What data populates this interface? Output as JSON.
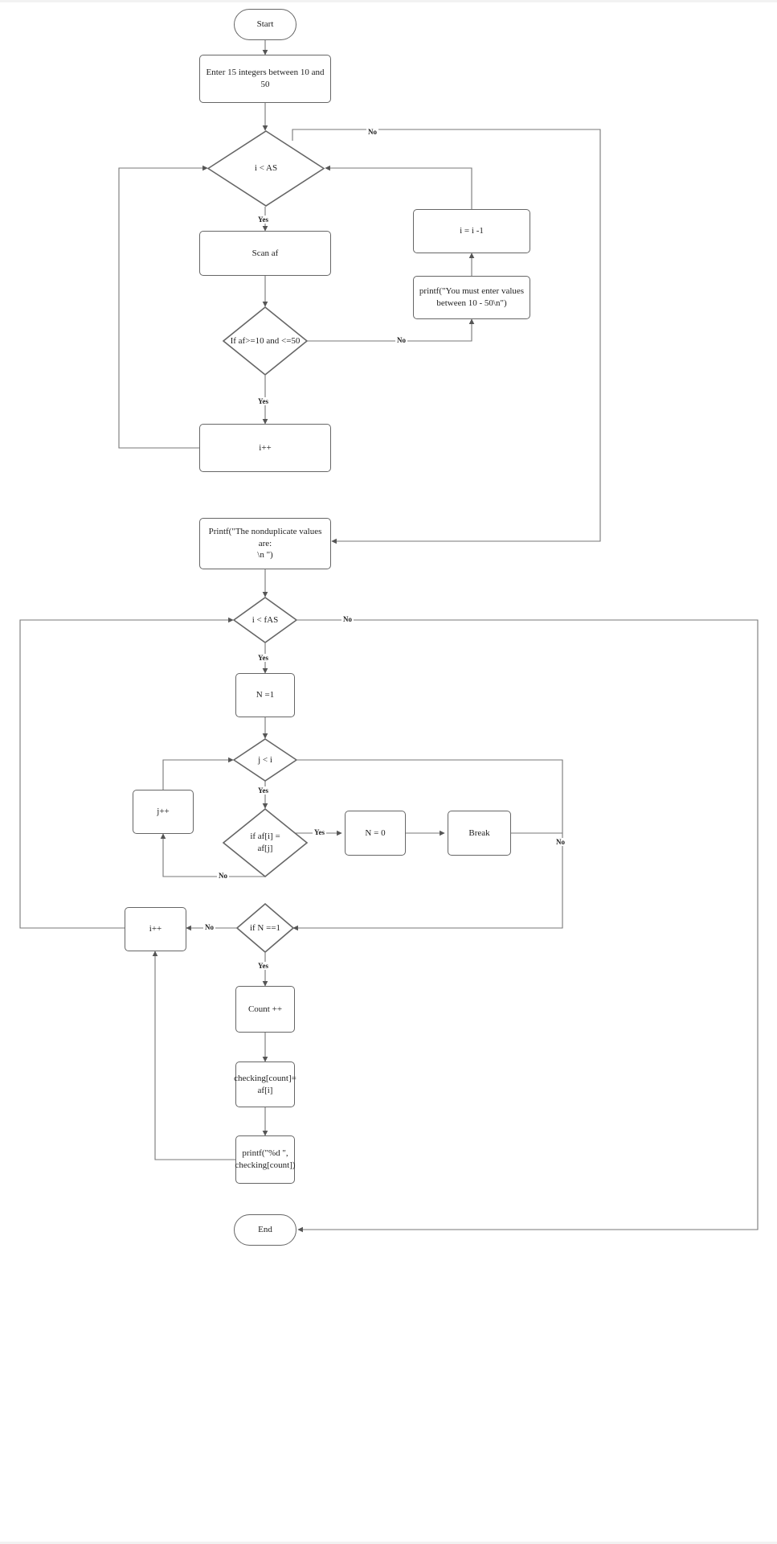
{
  "diagram": {
    "title": "Nonduplicate values flowchart",
    "type": "flowchart",
    "colors": {
      "stroke": "#666666",
      "text": "#1f1f1f",
      "background": "#ffffff",
      "rule": "#f2f2f2"
    }
  },
  "nodes": [
    {
      "id": "start",
      "shape": "terminator",
      "label": "Start"
    },
    {
      "id": "enter",
      "shape": "process",
      "label": "Enter 15 integers between 10 and 50"
    },
    {
      "id": "i_lt_as",
      "shape": "decision",
      "label": "i < AS"
    },
    {
      "id": "scan_af",
      "shape": "process",
      "label": "Scan af"
    },
    {
      "id": "if_range",
      "shape": "decision",
      "label": "If af>=10 and <=50"
    },
    {
      "id": "i_inc_1",
      "shape": "process",
      "label": "i++"
    },
    {
      "id": "i_minus_1",
      "shape": "process",
      "label": "i = i -1"
    },
    {
      "id": "printf_err",
      "shape": "process",
      "label": "printf(\"You must enter values between 10 - 50\\n\")"
    },
    {
      "id": "printf_head",
      "shape": "process",
      "label": "Printf(\"The nonduplicate values are: \\n \")"
    },
    {
      "id": "i_lt_fas",
      "shape": "decision",
      "label": "i < fAS"
    },
    {
      "id": "n_eq_1",
      "shape": "process",
      "label": "N =1"
    },
    {
      "id": "j_lt_i",
      "shape": "decision",
      "label": "j < i"
    },
    {
      "id": "j_inc",
      "shape": "process",
      "label": "j++"
    },
    {
      "id": "if_af_eq",
      "shape": "decision",
      "label": "if  af[i] = af[j]"
    },
    {
      "id": "n_eq_0",
      "shape": "process",
      "label": "N = 0"
    },
    {
      "id": "break",
      "shape": "process",
      "label": "Break"
    },
    {
      "id": "if_n_eq_1",
      "shape": "decision",
      "label": "if N ==1"
    },
    {
      "id": "i_inc_2",
      "shape": "process",
      "label": "i++"
    },
    {
      "id": "count_inc",
      "shape": "process",
      "label": "Count ++"
    },
    {
      "id": "checking",
      "shape": "process",
      "label": "checking[count]= af[i]"
    },
    {
      "id": "printf_val",
      "shape": "process",
      "label": "printf(\"%d \", checking[count])"
    },
    {
      "id": "end",
      "shape": "terminator",
      "label": "End"
    }
  ],
  "edge_labels": {
    "i_lt_as_no": "No",
    "i_lt_as_yes": "Yes",
    "if_range_yes": "Yes",
    "if_range_no": "No",
    "i_lt_fas_yes": "Yes",
    "i_lt_fas_no": "No",
    "j_lt_i_yes": "Yes",
    "j_lt_i_no_right": "No",
    "if_af_eq_yes": "Yes",
    "if_af_eq_no": "No",
    "if_n_eq_1_yes": "Yes",
    "if_n_eq_1_no": "No"
  },
  "node_text": {
    "start": "Start",
    "enter": "Enter 15 integers between 10 and 50",
    "i_lt_as": "i < AS",
    "scan_af": "Scan af",
    "if_range": "If af>=10 and <=50",
    "i_inc_1": "i++",
    "i_minus_1": "i = i -1",
    "printf_err_l1": "printf(\"You must enter values",
    "printf_err_l2": "between 10 - 50\\n\")",
    "printf_head_l1": "Printf(\"The nonduplicate values are:",
    "printf_head_l2": "\\n \")",
    "i_lt_fas": "i < fAS",
    "n_eq_1": "N =1",
    "j_lt_i": "j < i",
    "j_inc": "j++",
    "if_af_eq_l1": "if  af[i] =",
    "if_af_eq_l2": "af[j]",
    "n_eq_0": "N = 0",
    "break": "Break",
    "if_n_eq_1": "if N ==1",
    "i_inc_2": "i++",
    "count_inc": "Count ++",
    "checking_l1": "checking[count]=",
    "checking_l2": "af[i]",
    "printf_val_l1": "printf(\"%d \",",
    "printf_val_l2": "checking[count])",
    "end": "End"
  }
}
